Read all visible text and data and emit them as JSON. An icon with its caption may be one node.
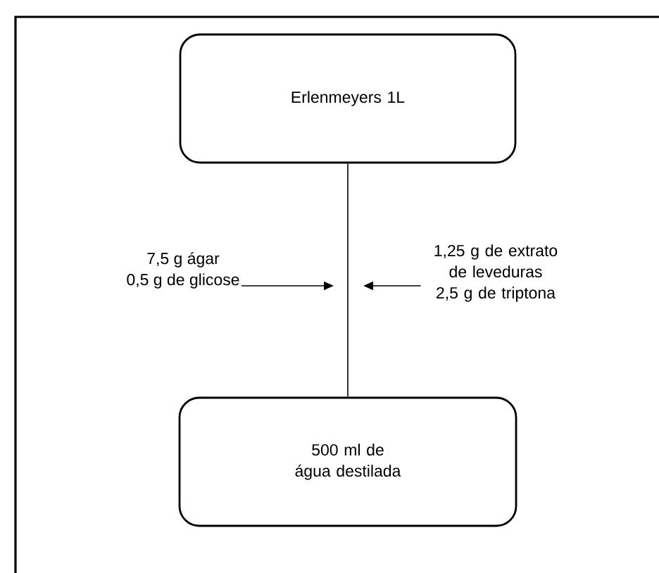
{
  "diagram": {
    "nodes": [
      {
        "text": [
          "Erlenmeyers 1L"
        ]
      },
      {
        "text": [
          "500 ml de água destilada"
        ]
      },
      {
        "text": [
          "7,5 g ágar",
          "0,5 g de glicose"
        ]
      },
      {
        "text": [
          "1,25 g de extrato de leveduras",
          "2,5 g de triptona"
        ]
      }
    ],
    "edges": [
      {
        "from": 0,
        "to": 1,
        "arrow": "none"
      },
      {
        "from": 2,
        "to": null,
        "arrow": "to"
      },
      {
        "from": 3,
        "to": null,
        "arrow": "to"
      }
    ]
  }
}
